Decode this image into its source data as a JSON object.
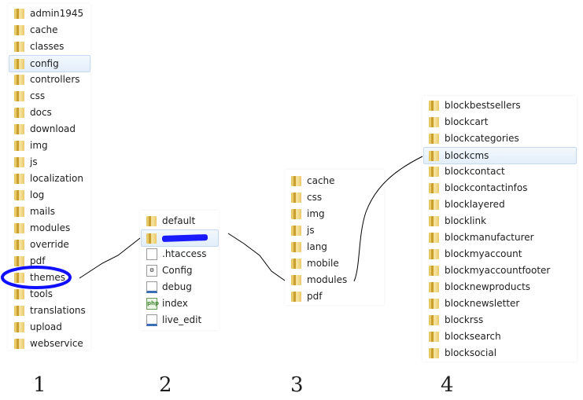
{
  "panel1": [
    "admin1945",
    "cache",
    "classes",
    "config",
    "controllers",
    "css",
    "docs",
    "download",
    "img",
    "js",
    "localization",
    "log",
    "mails",
    "modules",
    "override",
    "pdf",
    "themes",
    "tools",
    "translations",
    "upload",
    "webservice"
  ],
  "panel2": [
    {
      "name": "default",
      "icon": "folder"
    },
    {
      "name": "",
      "icon": "folder",
      "redacted": true
    },
    {
      "name": ".htaccess",
      "icon": "file"
    },
    {
      "name": "Config",
      "icon": "config"
    },
    {
      "name": "debug",
      "icon": "exe"
    },
    {
      "name": "index",
      "icon": "php"
    },
    {
      "name": "live_edit",
      "icon": "exe"
    }
  ],
  "panel3": [
    "cache",
    "css",
    "img",
    "js",
    "lang",
    "mobile",
    "modules",
    "pdf"
  ],
  "panel4": [
    "blockbestsellers",
    "blockcart",
    "blockcategories",
    "blockcms",
    "blockcontact",
    "blockcontactinfos",
    "blocklayered",
    "blocklink",
    "blockmanufacturer",
    "blockmyaccount",
    "blockmyaccountfooter",
    "blocknewproducts",
    "blocknewsletter",
    "blockrss",
    "blocksearch",
    "blocksocial"
  ],
  "labels": [
    "1",
    "2",
    "3",
    "4"
  ]
}
